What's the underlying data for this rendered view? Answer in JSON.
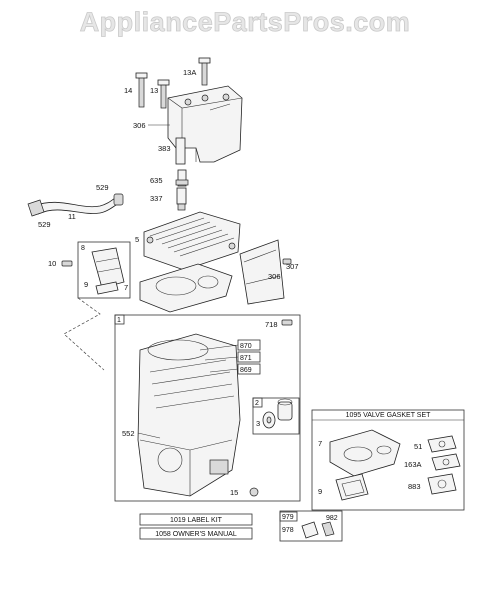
{
  "watermark": "AppliancePartsPros.com",
  "colors": {
    "ink": "#222222",
    "watermark": "#e6e6e6",
    "background": "#ffffff"
  },
  "parts": {
    "p13a": "13A",
    "p14": "14",
    "p13": "13",
    "p306a": "306",
    "p383": "383",
    "p635": "635",
    "p337": "337",
    "p529a": "529",
    "p11": "11",
    "p529b": "529",
    "p5": "5",
    "p8": "8",
    "p10": "10",
    "p9a": "9",
    "p306b": "306",
    "p307": "307",
    "p7a": "7",
    "p1": "1",
    "p718": "718",
    "p870": "870",
    "p871": "871",
    "p869": "869",
    "p2": "2",
    "p3": "3",
    "p552": "552",
    "p15": "15",
    "p7b": "7",
    "p51": "51",
    "p163a": "163A",
    "p9b": "9",
    "p883": "883",
    "p979": "979",
    "p978": "978",
    "p982": "982"
  },
  "kits": {
    "valve_gasket_set": "1095 VALVE GASKET SET",
    "label_kit": "1019 LABEL KIT",
    "owners_manual": "1058 OWNER'S MANUAL"
  }
}
